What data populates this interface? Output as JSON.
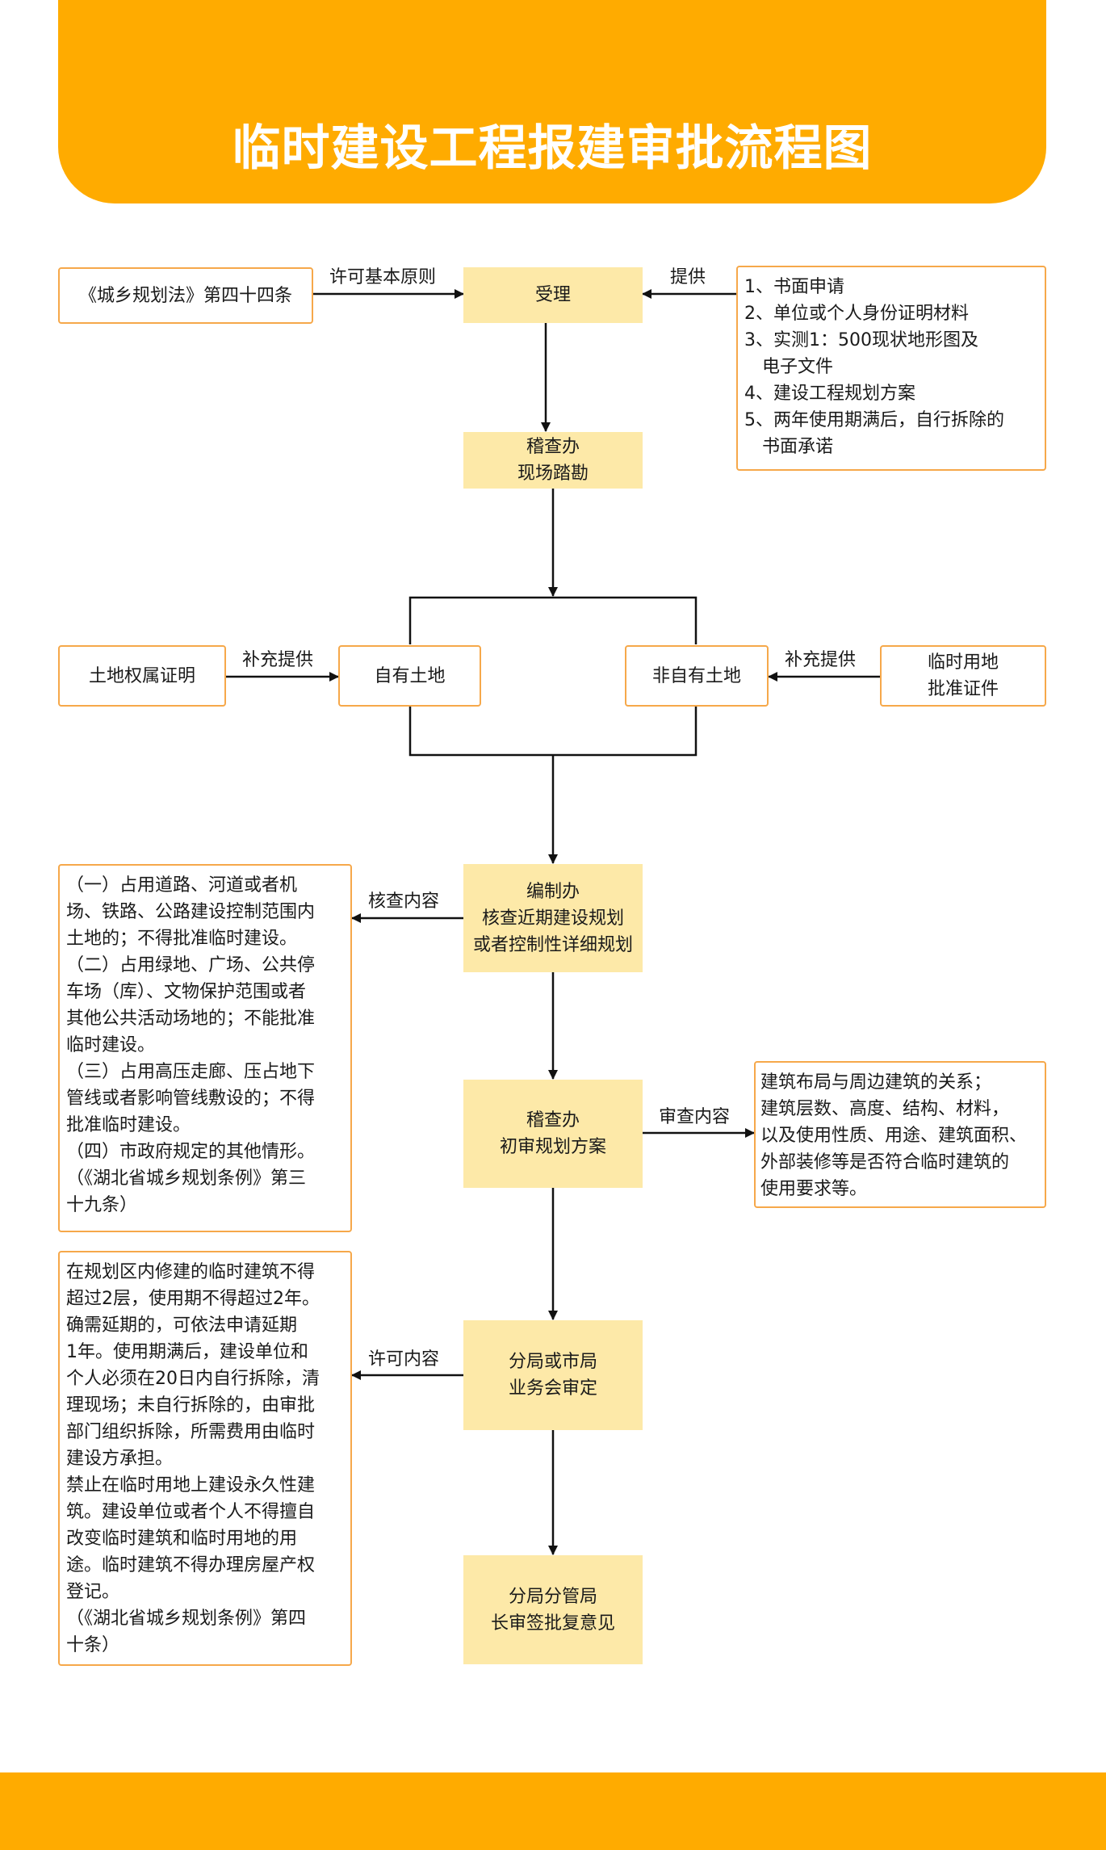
{
  "title": "临时建设工程报建审批流程图",
  "colors": {
    "accent": "#ffab00",
    "node_fill": "#fde9a8",
    "box_border": "#f6a84a"
  },
  "nodes": {
    "accept": [
      "受理"
    ],
    "site_survey": [
      "稽查办",
      "现场踏勘"
    ],
    "own_land": [
      "自有土地"
    ],
    "non_own_land": [
      "非自有土地"
    ],
    "planning_check": [
      "编制办",
      "核查近期建设规划",
      "或者控制性详细规划"
    ],
    "initial_review": [
      "稽查办",
      "初审规划方案"
    ],
    "meeting_review": [
      "分局或市局",
      "业务会审定"
    ],
    "approval": [
      "分局分管局",
      "长审签批复意见"
    ]
  },
  "side_boxes": {
    "law": [
      "《城乡规划法》第四十四条"
    ],
    "materials": [
      "1、书面申请",
      "2、单位或个人身份证明材料",
      "3、实测1：500现状地形图及",
      "　电子文件",
      "4、建设工程规划方案",
      "5、两年使用期满后，自行拆除的",
      "　书面承诺"
    ],
    "land_cert": [
      "土地权属证明"
    ],
    "temp_land": [
      "临时用地",
      "批准证件"
    ],
    "check_content": [
      "（一）占用道路、河道或者机",
      "场、铁路、公路建设控制范围内",
      "土地的；不得批准临时建设。",
      "（二）占用绿地、广场、公共停",
      "车场（库）、文物保护范围或者",
      "其他公共活动场地的；不能批准",
      "临时建设。",
      "（三）占用高压走廊、压占地下",
      "管线或者影响管线敷设的；不得",
      "批准临时建设。",
      "（四）市政府规定的其他情形。",
      "（《湖北省城乡规划条例》第三",
      "十九条）"
    ],
    "review_content": [
      "建筑布局与周边建筑的关系；",
      "建筑层数、高度、结构、材料，",
      "以及使用性质、用途、建筑面积、",
      "外部装修等是否符合临时建筑的",
      "使用要求等。"
    ],
    "permit_content": [
      "在规划区内修建的临时建筑不得",
      "超过2层，使用期不得超过2年。",
      "确需延期的，可依法申请延期",
      "1年。使用期满后，建设单位和",
      "个人必须在20日内自行拆除，清",
      "理现场；未自行拆除的，由审批",
      "部门组织拆除，所需费用由临时",
      "建设方承担。",
      "禁止在临时用地上建设永久性建",
      "筑。建设单位或者个人不得擅自",
      "改变临时建筑和临时用地的用",
      "途。临时建筑不得办理房屋产权",
      "登记。",
      "（《湖北省城乡规划条例》第四",
      "十条）"
    ]
  },
  "edge_labels": {
    "principle": "许可基本原则",
    "provide": "提供",
    "supplement_left": "补充提供",
    "supplement_right": "补充提供",
    "check": "核查内容",
    "review": "审查内容",
    "permit": "许可内容"
  }
}
